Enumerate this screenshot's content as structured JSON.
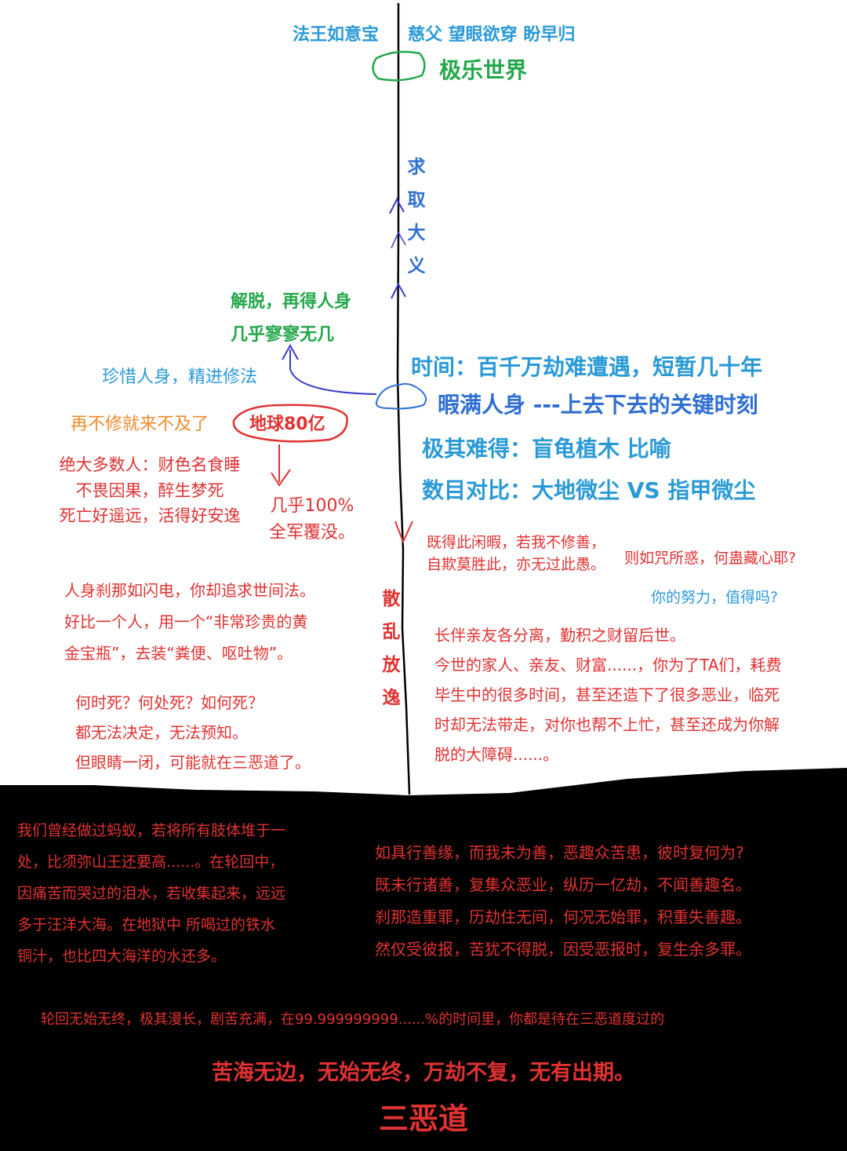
{
  "colors": {
    "blue": "#2a9ad6",
    "dark_blue": "#2f6fd2",
    "green": "#22a84a",
    "red": "#e03232",
    "orange": "#f08a2a",
    "black": "#000000"
  },
  "top": {
    "left_label": "法王如意宝",
    "right_label": "慈父 望眼欲穿 盼早归",
    "pure_land": "极乐世界"
  },
  "upward": {
    "chars": [
      "求",
      "取",
      "大",
      "义"
    ]
  },
  "left_upper": {
    "liberation_line1": "解脱，再得人身",
    "liberation_line2": "几乎寥寥无几",
    "cherish": "珍惜人身，精进修法",
    "urgency": "再不修就来不及了",
    "earth": "地球80亿"
  },
  "majority": {
    "lines": [
      "绝大多数人：财色名食睡",
      "不畏因果，醉生梦死",
      "死亡好遥远，活得好安逸"
    ],
    "result_lines": [
      "几乎100%",
      "全军覆没。"
    ]
  },
  "precious": {
    "time": "时间：百千万劫难遭遇，短暂几十年",
    "body": "暇满人身 ---上去下去的关键时刻",
    "rare": "极其难得：盲龟植木 比喻",
    "compare": "数目对比：大地微尘 VS 指甲微尘"
  },
  "downward": {
    "chars": [
      "散",
      "乱",
      "放",
      "逸"
    ]
  },
  "right_middle": {
    "verse_lines": [
      "既得此闲暇，若我不修善，",
      "自欺莫胜此，亦无过此愚。"
    ],
    "question": "则如咒所惑，何蛊藏心耶?",
    "worth": "你的努力，值得吗?",
    "family_lines": [
      "长伴亲友各分离，勤积之财留后世。",
      "今世的家人、亲友、财富......，你为了TA们，耗费",
      "毕生中的很多时间，甚至还造下了很多恶业，临死",
      "时却无法带走，对你也帮不上忙，甚至还成为你解",
      "脱的大障碍......。"
    ]
  },
  "left_middle": {
    "lightning_lines": [
      "人身刹那如闪电，你却追求世间法。",
      "好比一个人，用一个“非常珍贵的黄",
      "金宝瓶”，去装“粪便、呕吐物”。"
    ],
    "death_lines": [
      "何时死？何处死？如何死？",
      "都无法决定，无法预知。",
      "但眼睛一闭，可能就在三恶道了。"
    ]
  },
  "bottom": {
    "left_lines": [
      "我们曾经做过蚂蚁，若将所有肢体堆于一",
      "处，比须弥山王还要高......。在轮回中，",
      "因痛苦而哭过的泪水，若收集起来，远远",
      "多于汪洋大海。在地狱中 所喝过的铁水",
      "铜汁，也比四大海洋的水还多。"
    ],
    "right_lines": [
      "如具行善缘，而我未为善，恶趣众苦患，彼时复何为?",
      "既未行诸善，复集众恶业，纵历一亿劫，不闻善趣名。",
      "刹那造重罪，历劫住无间，何况无始罪，积重失善趣。",
      "然仅受彼报，苦犹不得脱，因受恶报时，复生余多罪。"
    ],
    "samsara": "轮回无始无终，极其漫长，剧苦充满，在99.999999999......%的时间里，你都是待在三恶道度过的",
    "bitter_sea": "苦海无边，无始无终，万劫不复，无有出期。",
    "lower_realms": "三恶道"
  }
}
